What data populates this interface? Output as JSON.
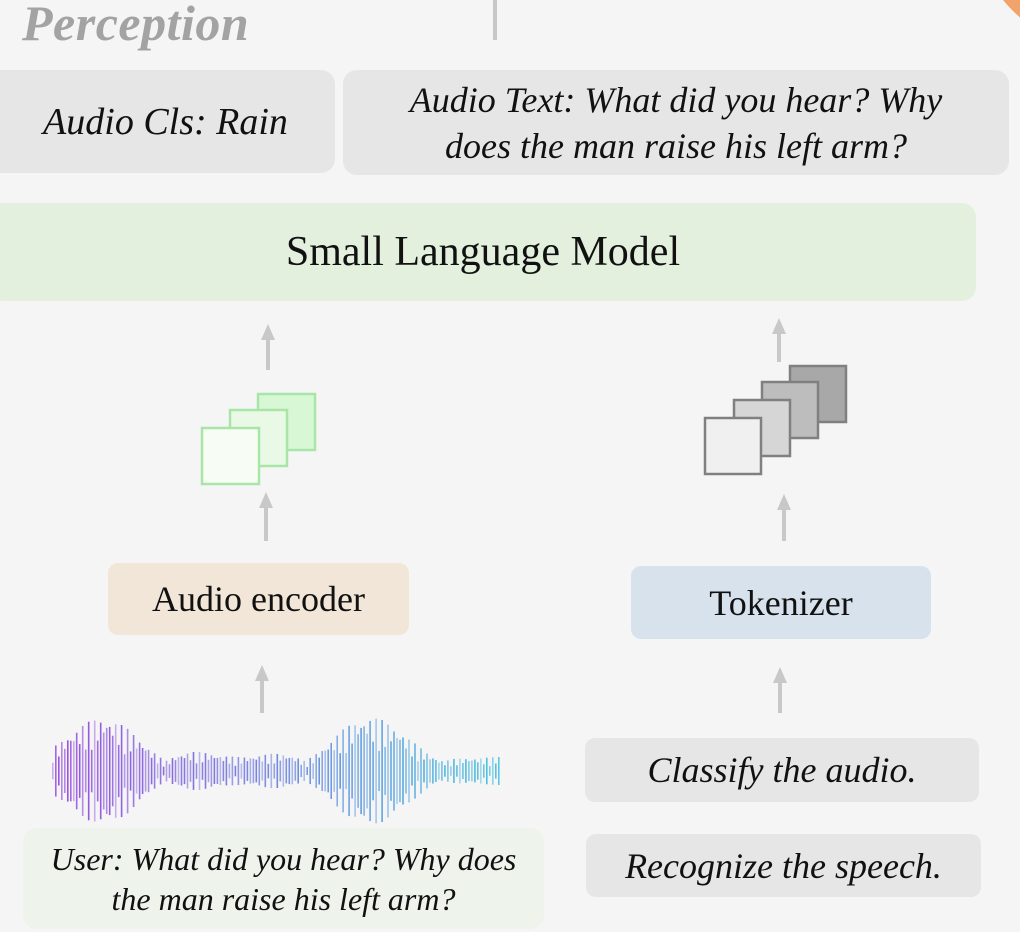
{
  "title": "Perception",
  "outputs": {
    "audio_cls": "Audio Cls: Rain",
    "audio_text_line1": "Audio Text: What did you hear? Why",
    "audio_text_line2": "does the man raise his left arm?"
  },
  "model": {
    "label": "Small Language Model"
  },
  "audio_branch": {
    "encoder_label": "Audio encoder",
    "user_query_line1": "User: What did you hear? Why does",
    "user_query_line2": "the man raise his left arm?"
  },
  "text_branch": {
    "tokenizer_label": "Tokenizer",
    "prompts": [
      "Classify the audio.",
      "Recognize the speech."
    ]
  },
  "colors": {
    "title": "#a3a3a3",
    "output_box": "#e6e6e6",
    "model_box": "#e3f0dd",
    "encoder_box": "#f1e6d8",
    "tokenizer_box": "#d8e2ec",
    "user_box": "#eef3ec",
    "arrow": "#c8c8c8",
    "audio_token_border": "#a8e6a8",
    "audio_token_fill": "#d8f7d4",
    "text_token_border": "#808080",
    "waveform_start": "#9b4fe0",
    "waveform_end": "#4cc3e0"
  }
}
